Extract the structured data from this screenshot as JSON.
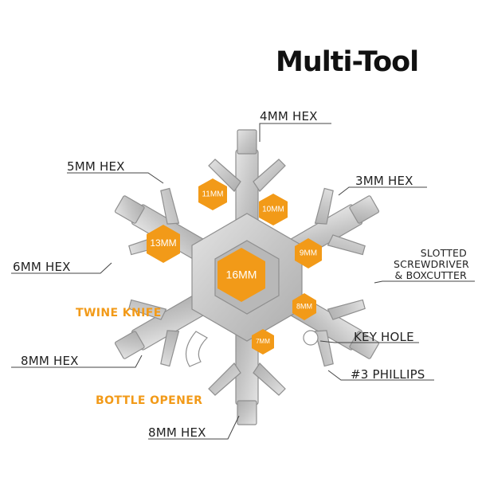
{
  "title": "Multi-Tool",
  "labels": {
    "hex4": "4MM HEX",
    "hex5": "5MM HEX",
    "hex3": "3MM HEX",
    "hex6": "6MM HEX",
    "slotted_line1": "SLOTTED",
    "slotted_line2": "SCREWDRIVER",
    "slotted_line3": "& BOXCUTTER",
    "twine_knife": "TWINE KNIFE",
    "key_hole": "KEY HOLE",
    "hex8_left": "8MM HEX",
    "phillips": "#3 PHILLIPS",
    "bottle_opener": "BOTTLE OPENER",
    "hex8_bottom": "8MM HEX"
  },
  "hexagons": {
    "h16": "16MM",
    "h13": "13MM",
    "h11": "11MM",
    "h10": "10MM",
    "h9": "9MM",
    "h8": "8MM",
    "h7": "7MM"
  },
  "colors": {
    "accent": "#f29a18",
    "steel": "#c9c9c9",
    "steel_dark": "#9a9a9a",
    "text": "#222222"
  }
}
